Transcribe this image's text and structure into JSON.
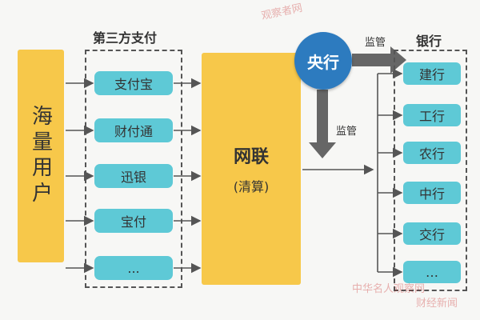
{
  "users": {
    "label": "海量用户"
  },
  "third_party": {
    "title": "第三方支付",
    "items": [
      "支付宝",
      "财付通",
      "迅银",
      "宝付",
      "..."
    ]
  },
  "clearing": {
    "title": "网联",
    "subtitle": "(清算)"
  },
  "central_bank": {
    "label": "央行"
  },
  "arrows": {
    "supervise_right": "监管",
    "supervise_down": "监管"
  },
  "banks": {
    "title": "银行",
    "items": [
      "建行",
      "工行",
      "农行",
      "中行",
      "交行",
      "…"
    ]
  },
  "watermarks": {
    "top": "观察者网",
    "bottom_1": "中华名人观察网",
    "bottom_2": "财经新闻"
  },
  "colors": {
    "yellow": "#f7c84a",
    "teal": "#5ec9d6",
    "blue": "#2d7bbf",
    "arrow": "#555555"
  }
}
